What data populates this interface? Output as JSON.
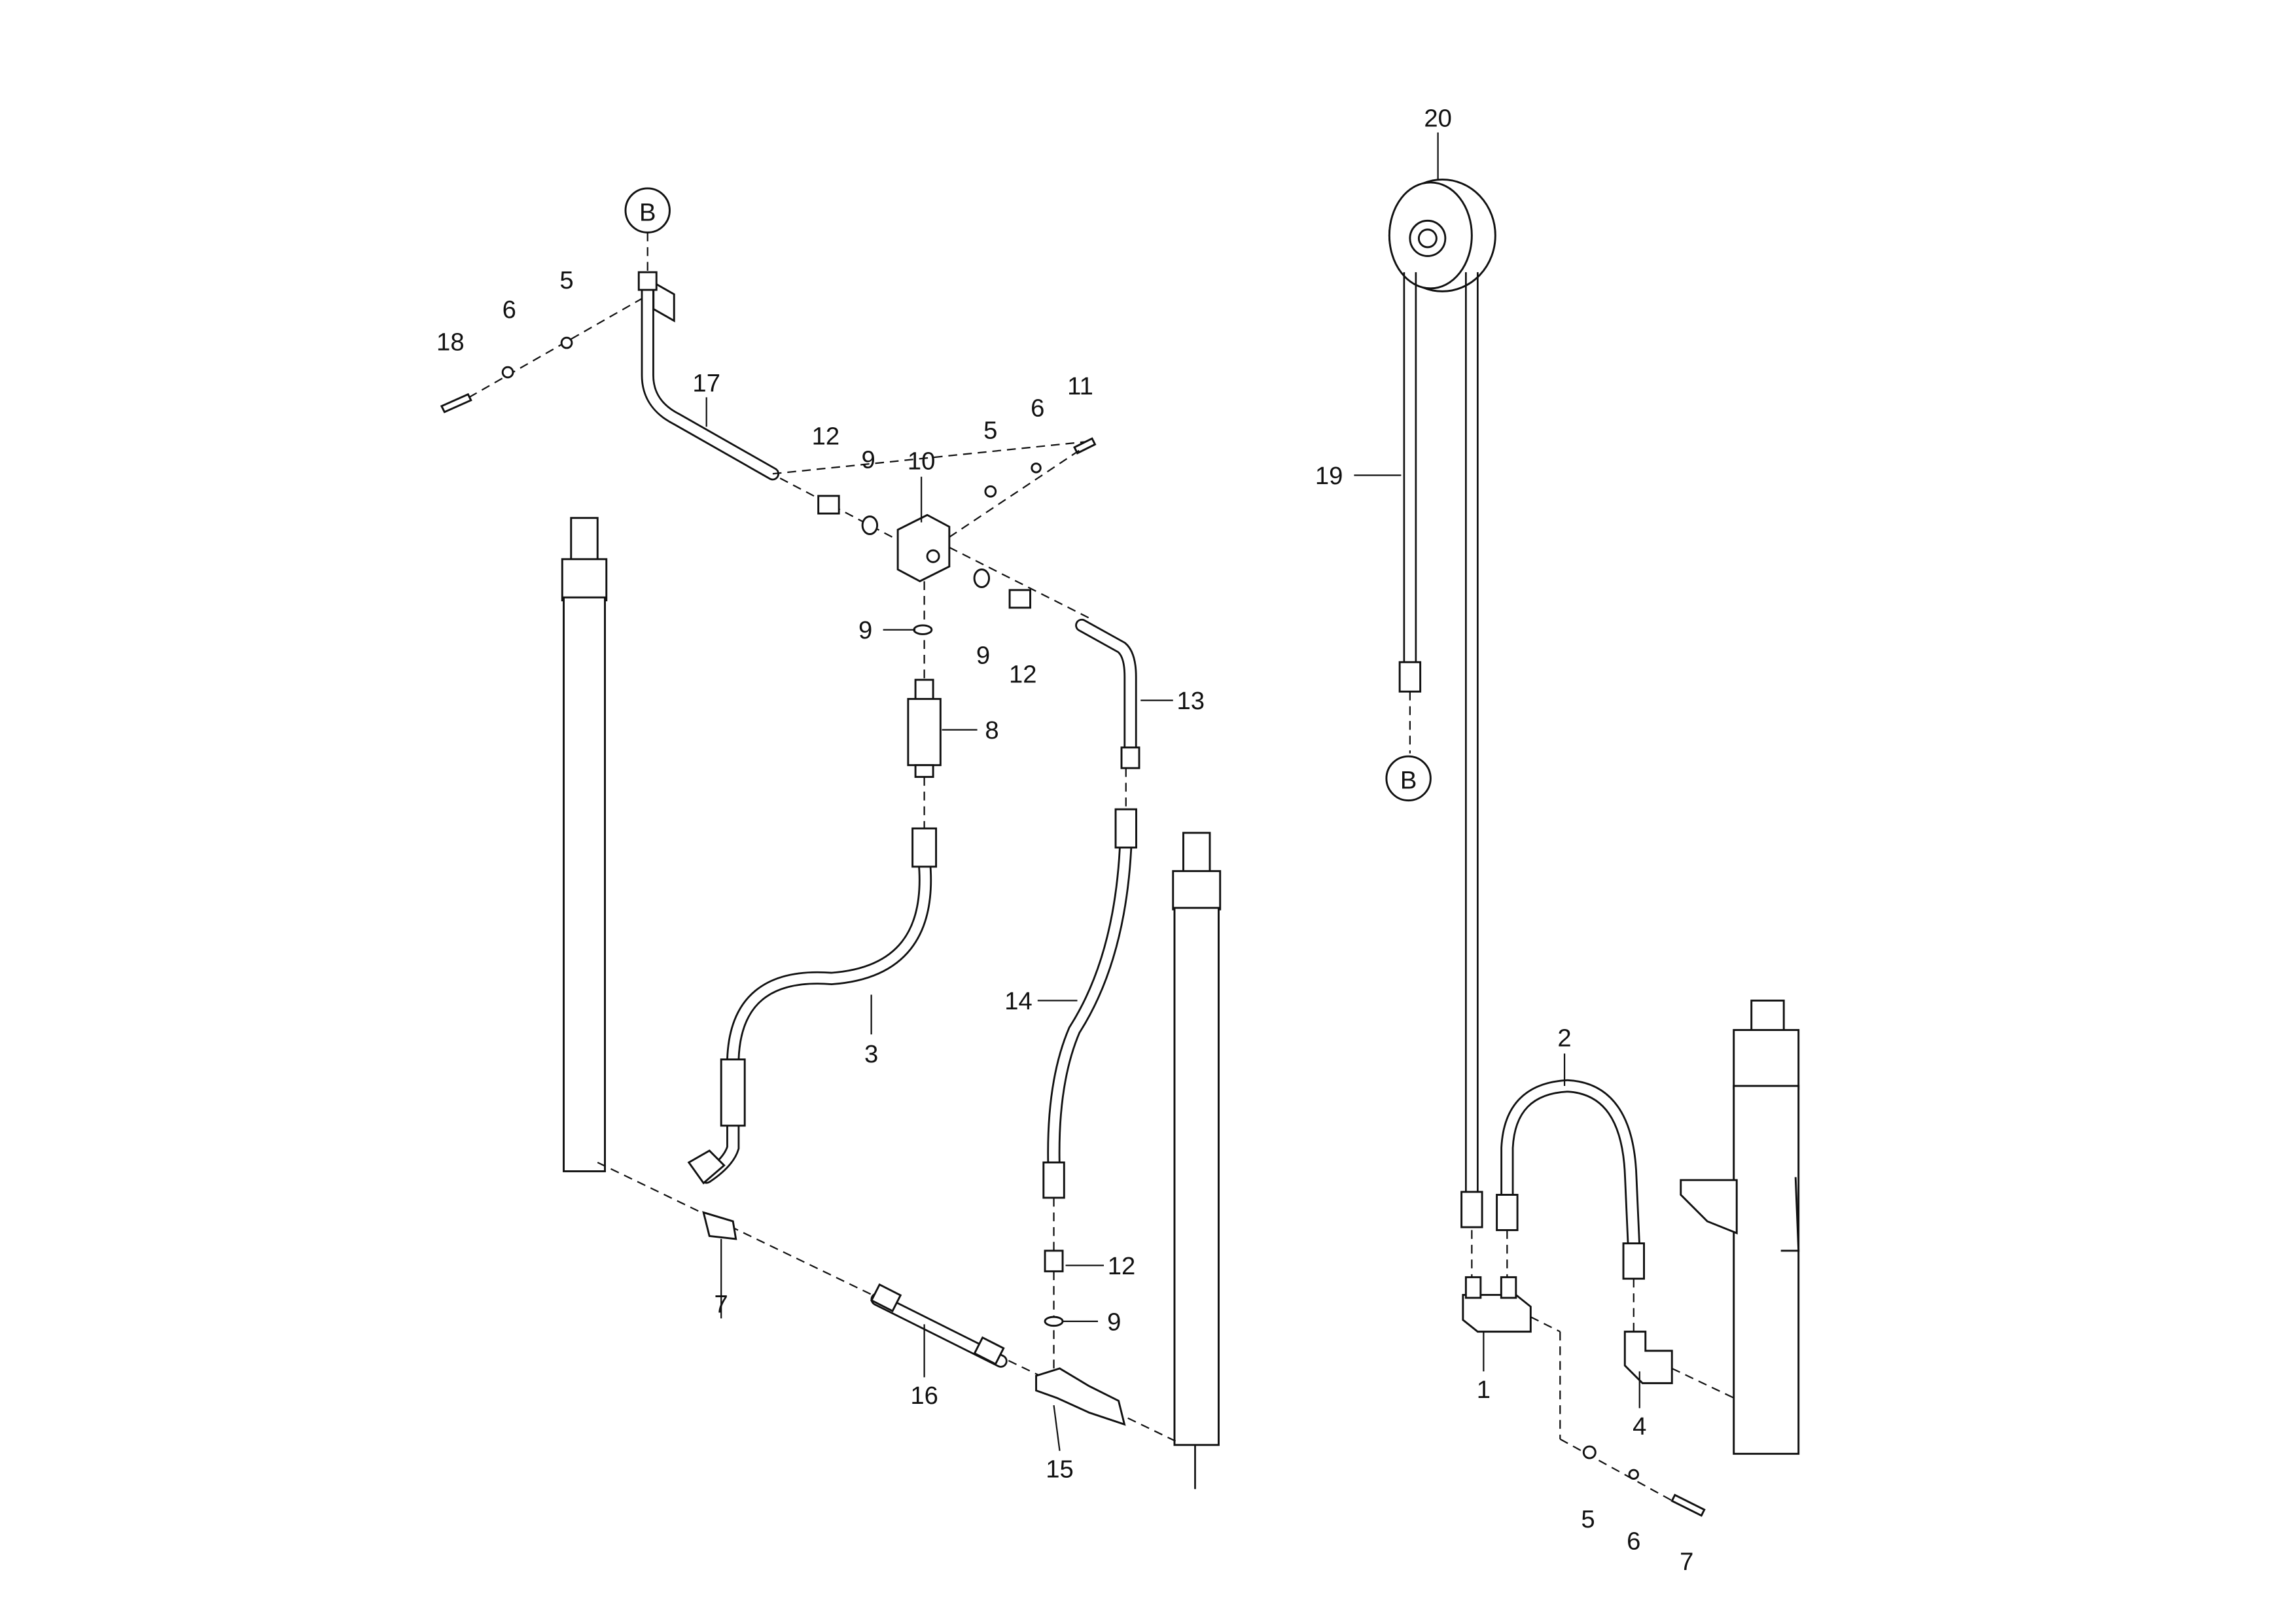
{
  "callouts": {
    "c20": "20",
    "b_top": "B",
    "c5a": "5",
    "c6a": "6",
    "c18": "18",
    "c17": "17",
    "c12a": "12",
    "c9a": "9",
    "c10": "10",
    "c5b": "5",
    "c6b": "6",
    "c11": "11",
    "c19": "19",
    "c9b": "9",
    "c9c": "9",
    "c12b": "12",
    "c13": "13",
    "c8": "8",
    "b_bottom": "B",
    "c14": "14",
    "c3": "3",
    "c2": "2",
    "c7a": "7",
    "c12c": "12",
    "c9d": "9",
    "c16": "16",
    "c1": "1",
    "c4": "4",
    "c15": "15",
    "c5c": "5",
    "c6c": "6",
    "c7b": "7"
  }
}
